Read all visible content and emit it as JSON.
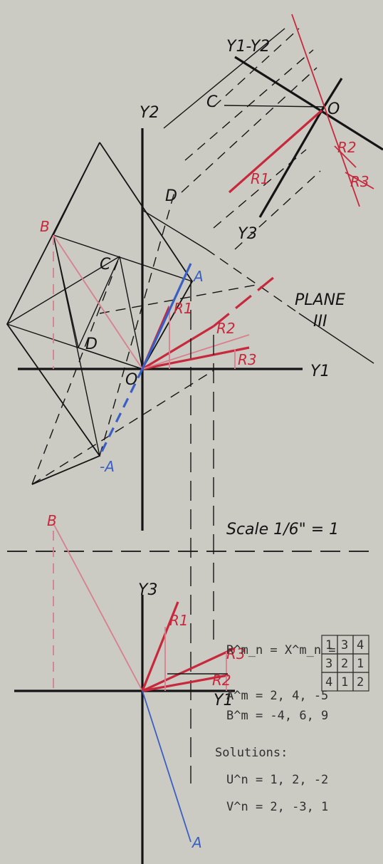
{
  "labels": {
    "y2_axis": "Y2",
    "y1_axis": "Y1",
    "y3_axis": "Y3",
    "y1_y2": "Y1-Y2",
    "origin": "O",
    "point_a": "A",
    "point_neg_a": "-A",
    "point_b": "B",
    "point_c": "C",
    "point_d": "D",
    "r1": "R1",
    "r2": "R2",
    "r3": "R3",
    "plane": "PLANE",
    "plane_num": "III",
    "scale": "Scale 1/6\" = 1"
  },
  "matrix": {
    "label": "R^m_n = X^m_n =",
    "rows": [
      [
        "1",
        "3",
        "4"
      ],
      [
        "3",
        "2",
        "1"
      ],
      [
        "4",
        "1",
        "2"
      ]
    ]
  },
  "equations": {
    "a": "A^m = 2, 4, -5",
    "b": "B^m = -4, 6, 9",
    "solutions": "Solutions:",
    "u": "U^n = 1, 2, -2",
    "v": "V^n = 2, -3, 1"
  },
  "colors": {
    "ink": "#141414",
    "red": "#c8283c",
    "pink": "#d87f8e",
    "blue": "#3a5fc4",
    "paper": "#cbcbc3"
  }
}
